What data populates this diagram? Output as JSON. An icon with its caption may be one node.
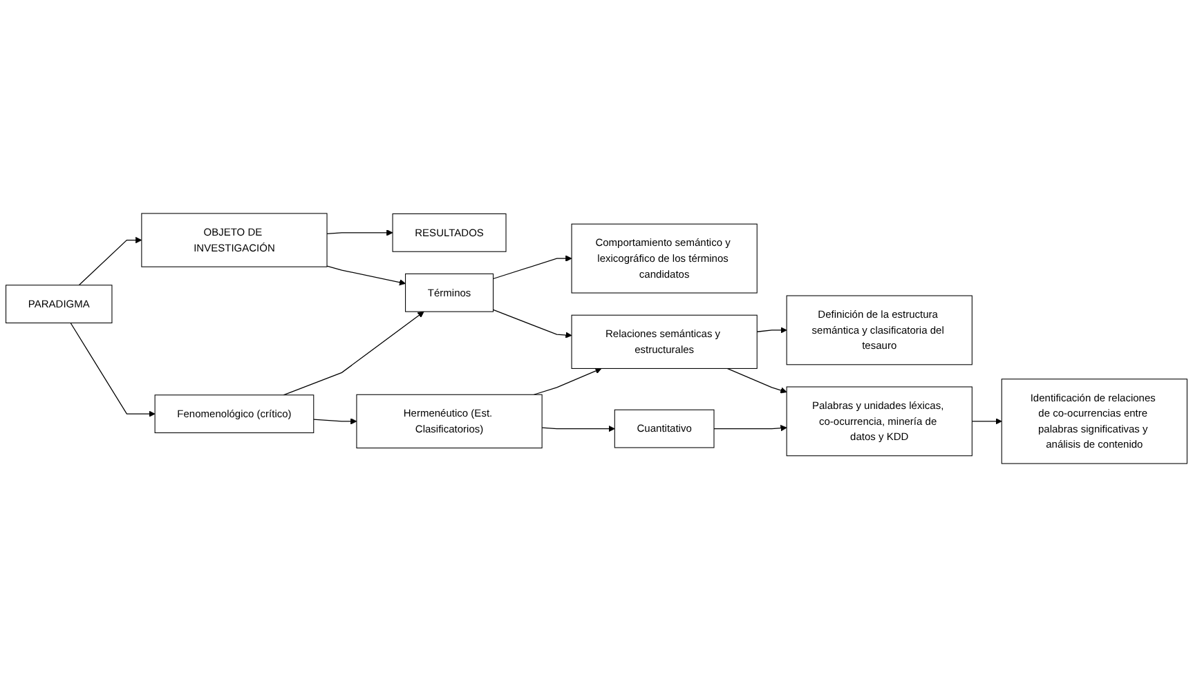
{
  "diagram": {
    "nodes": [
      {
        "text": [
          "PARADIGMA"
        ]
      },
      {
        "text": [
          "OBJETO DE INVESTIGACIÓN"
        ]
      },
      {
        "text": [
          "RESULTADOS"
        ]
      },
      {
        "text": [
          "Fenomenológico (crítico)"
        ]
      },
      {
        "text": [
          "Términos"
        ]
      },
      {
        "text": [
          "Comportamiento semántico y lexicográfico de los términos candidatos"
        ]
      },
      {
        "text": [
          "Hermenéutico (Est. Clasificatorios)"
        ]
      },
      {
        "text": [
          "Relaciones semánticas y estructurales"
        ]
      },
      {
        "text": [
          "Definición de la estructura semántica y clasificatoria del tesauro"
        ]
      },
      {
        "text": [
          "Cuantitativo"
        ]
      },
      {
        "text": [
          "Palabras y unidades léxicas, co-ocurrencia, minería de datos y KDD"
        ]
      },
      {
        "text": [
          "Identificación de relaciones de co-ocurrencias entre palabras significativas y análisis de contenido"
        ]
      }
    ],
    "edges": [
      {
        "from": 0,
        "to": 1,
        "arrow": "to"
      },
      {
        "from": 1,
        "to": 2,
        "arrow": "to"
      },
      {
        "from": 0,
        "to": 3,
        "arrow": "to"
      },
      {
        "from": 1,
        "to": 4,
        "arrow": "to"
      },
      {
        "from": 3,
        "to": 4,
        "arrow": "to"
      },
      {
        "from": 4,
        "to": 5,
        "arrow": "to"
      },
      {
        "from": 3,
        "to": 6,
        "arrow": "to"
      },
      {
        "from": 4,
        "to": 7,
        "arrow": "to"
      },
      {
        "from": 6,
        "to": 7,
        "arrow": "to"
      },
      {
        "from": 7,
        "to": 8,
        "arrow": "to"
      },
      {
        "from": 6,
        "to": 9,
        "arrow": "to"
      },
      {
        "from": 7,
        "to": 10,
        "arrow": "to"
      },
      {
        "from": 9,
        "to": 10,
        "arrow": "to"
      },
      {
        "from": 10,
        "to": 11,
        "arrow": "to"
      }
    ]
  }
}
